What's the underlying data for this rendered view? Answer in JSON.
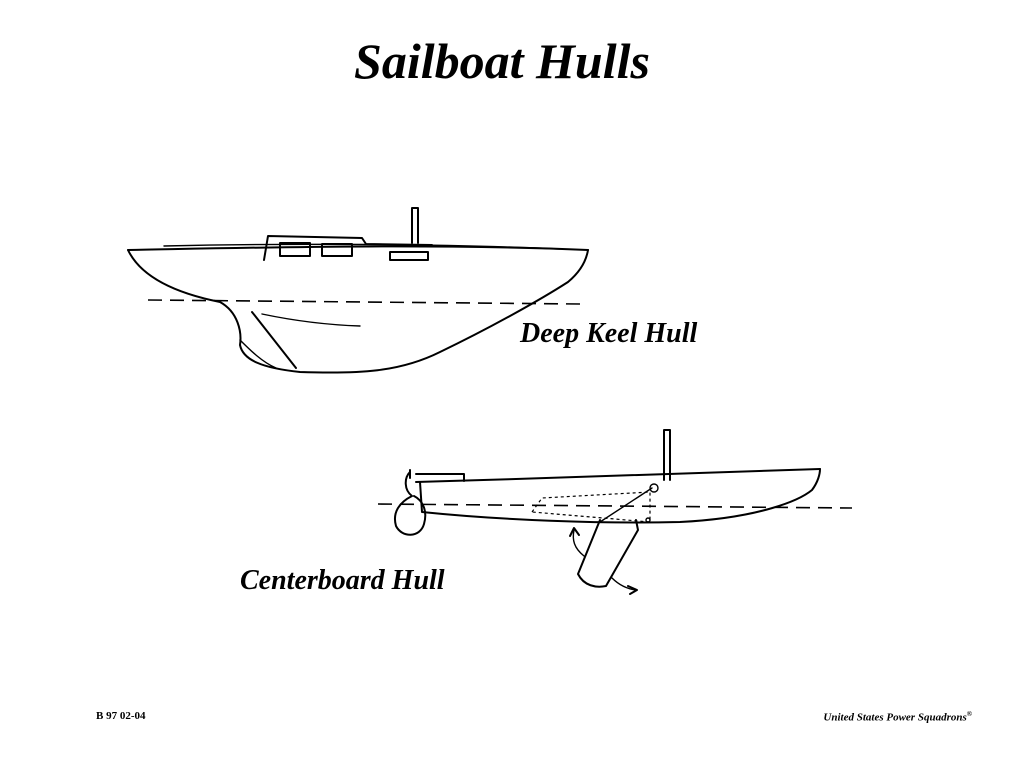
{
  "slide": {
    "title": "Sailboat Hulls"
  },
  "diagram": {
    "deep_keel_label": "Deep Keel Hull",
    "centerboard_label": "Centerboard Hull"
  },
  "footer": {
    "code": "B 97 02-04",
    "organization": "United States Power Squadrons",
    "registered_mark": "®"
  }
}
